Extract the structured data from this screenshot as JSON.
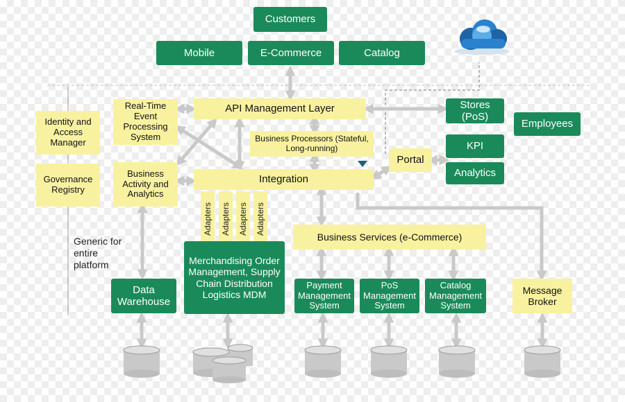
{
  "channels": {
    "customers": "Customers",
    "mobile": "Mobile",
    "ecommerce": "E-Commerce",
    "catalog": "Catalog"
  },
  "left": {
    "identity": "Identity and Access Manager",
    "governance": "Governance Registry",
    "realtime": "Real-Time Event Processing System",
    "bam": "Business Activity and Analytics",
    "generic": "Generic for entire platform"
  },
  "core": {
    "api": "API Management Layer",
    "processors": "Business Processors (Stateful, Long-running)",
    "integration": "Integration",
    "portal": "Portal",
    "adapter": "Adapters"
  },
  "right": {
    "stores": "Stores (PoS)",
    "employees": "Employees",
    "kpi": "KPI",
    "analytics": "Analytics"
  },
  "backend": {
    "warehouse": "Data Warehouse",
    "merch": "Merchandising Order Management, Supply Chain Distribution Logistics MDM",
    "services": "Business Services (e-Commerce)",
    "payment": "Payment Management System",
    "pos": "PoS Management System",
    "catalog_mgmt": "Catalog Management System",
    "broker": "Message Broker"
  },
  "colors": {
    "green": "#1b8a5a",
    "yellow": "#f8f2a0",
    "arrow": "#c9c9c9"
  }
}
